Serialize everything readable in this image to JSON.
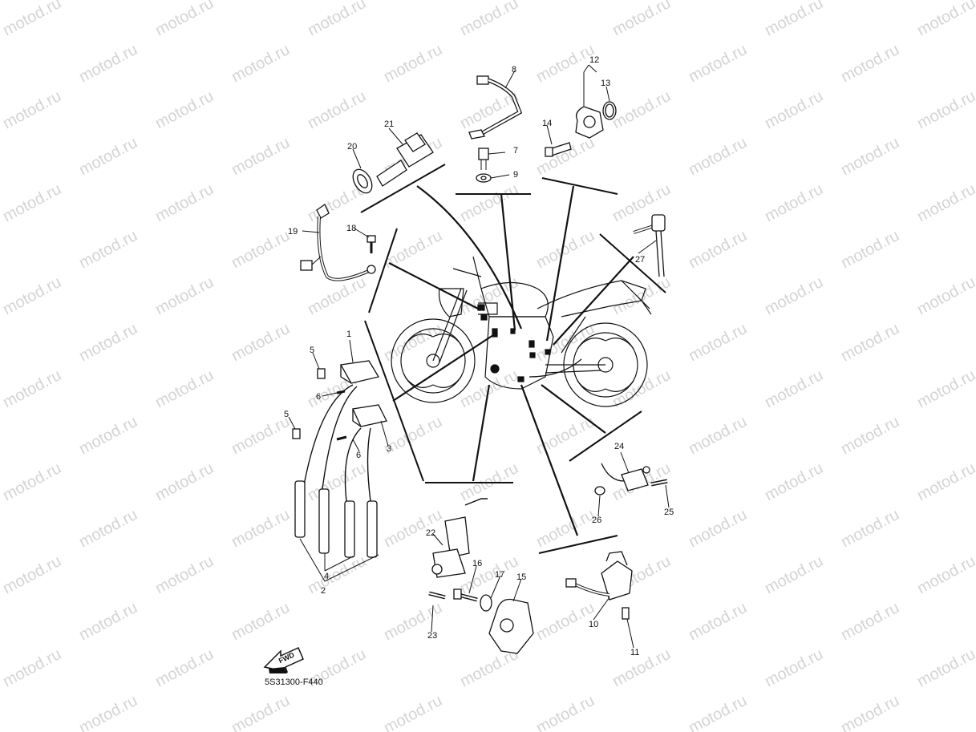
{
  "watermark_text": "motod.ru",
  "drawing_code": "5S31300-F440",
  "fwd_label": "FWD",
  "callouts": [
    "1",
    "2",
    "3",
    "4",
    "5",
    "6",
    "7",
    "8",
    "9",
    "10",
    "11",
    "12",
    "13",
    "14",
    "15",
    "16",
    "17",
    "18",
    "19",
    "20",
    "21",
    "22",
    "23",
    "24",
    "25",
    "26",
    "27"
  ],
  "colors": {
    "line": "#111111",
    "watermark": "#d4d4d4",
    "background": "#ffffff"
  }
}
